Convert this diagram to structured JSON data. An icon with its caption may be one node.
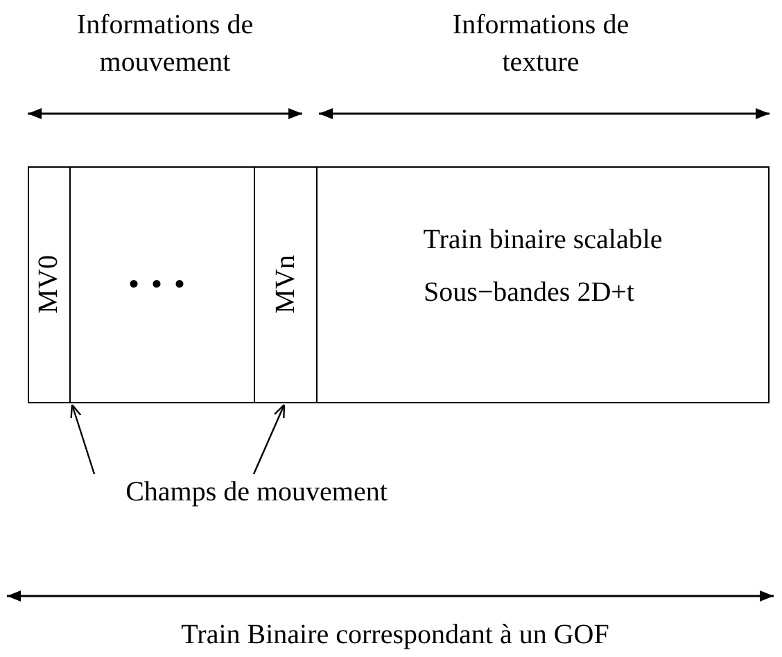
{
  "diagram": {
    "nodes": [
      {
        "text": [
          "MV0"
        ]
      },
      {
        "text": [
          "..."
        ]
      },
      {
        "text": [
          "MVn"
        ]
      },
      {
        "text": [
          "Train binaire scalable",
          "Sous−bandes 2D+t"
        ]
      },
      {
        "text": [
          "Champs de mouvement"
        ]
      }
    ],
    "edges": [
      {
        "from": 4,
        "to": 0,
        "arrow": "to"
      },
      {
        "from": 4,
        "to": 2,
        "arrow": "to"
      }
    ],
    "labels": [
      "Informations de mouvement",
      "Informations de texture",
      "Train Binaire correspondant à un GOF"
    ]
  }
}
